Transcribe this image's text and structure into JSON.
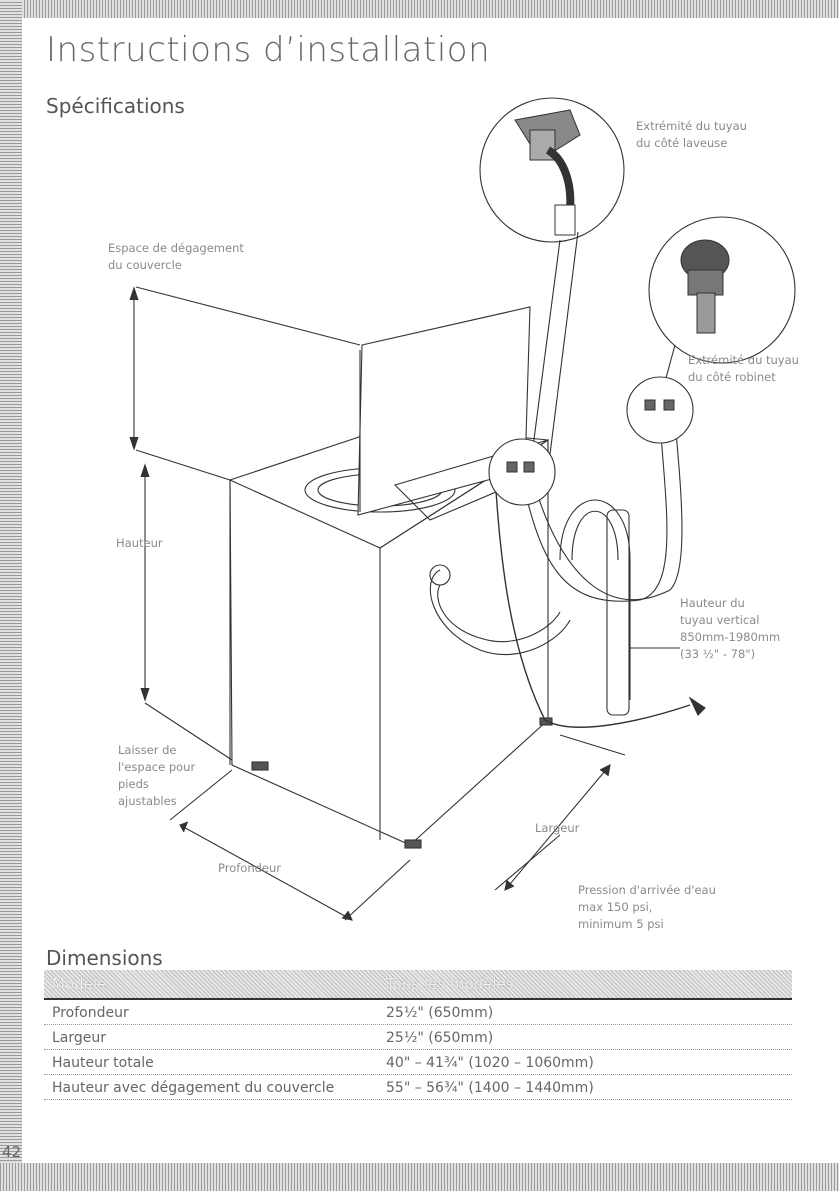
{
  "title": "Instructions d’installation",
  "section_specifications": "Spécifications",
  "section_dimensions": "Dimensions",
  "labels": {
    "washer_end": [
      "Extrémité du tuyau",
      "du côté laveuse"
    ],
    "lid_clearance": [
      "Espace de dégagement",
      "du couvercle"
    ],
    "tap_end": [
      "Extrémité du tuyau",
      "du côté robinet"
    ],
    "height": "Hauteur",
    "standpipe": [
      "Hauteur du",
      "tuyau vertical",
      "850mm-1980mm",
      "(33 ½\" - 78\")"
    ],
    "feet": [
      "Laisser de",
      "l'espace pour",
      "pieds",
      "ajustables"
    ],
    "width": "Largeur",
    "depth": "Profondeur",
    "pressure": [
      "Pression d'arrivée d'eau",
      "max 150 psi,",
      "minimum 5 psi"
    ]
  },
  "table": {
    "headers": [
      "Modèle",
      "Tous les modèles"
    ],
    "rows": [
      [
        "Profondeur",
        "25½\" (650mm)"
      ],
      [
        "Largeur",
        "25½\" (650mm)"
      ],
      [
        "Hauteur totale",
        "40\" – 41¾\" (1020 – 1060mm)"
      ],
      [
        "Hauteur avec dégagement du couvercle",
        "55\" – 56¾\" (1400 – 1440mm)"
      ]
    ]
  },
  "page_number": "42"
}
